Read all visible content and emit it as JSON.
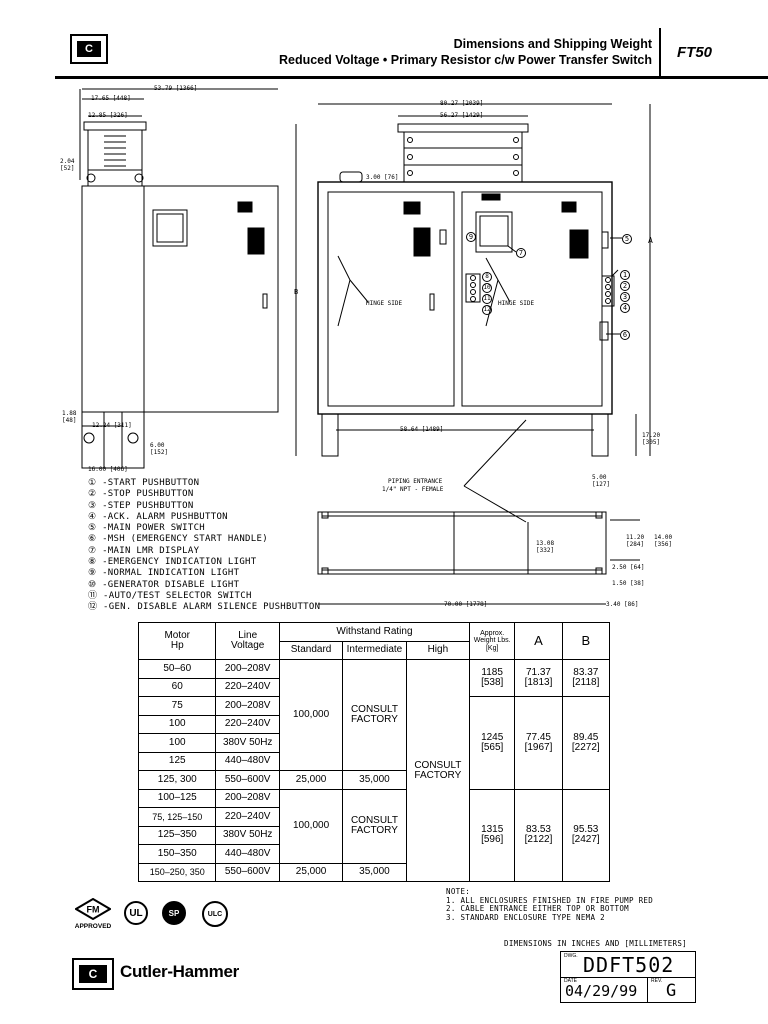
{
  "header": {
    "title_line1": "Dimensions and Shipping Weight",
    "title_line2": "Reduced Voltage • Primary Resistor c/w Power Transfer Switch",
    "code": "FT50",
    "logo_glyph": "C"
  },
  "drawing": {
    "side_dims": {
      "overall_width": "53.79 [1366]",
      "d1": "17.65 [448]",
      "d2": "12.85 [326]",
      "d3": "2.04 [52]",
      "d4": "1.88 [48]",
      "d5": "12.24 [311]",
      "d6": "6.00 [152]",
      "d7": "16.00 [406]"
    },
    "front_dims": {
      "overall_width": "80.27 [2039]",
      "upper_width": "56.27 [1429]",
      "d_left": "3.00 [76]",
      "leg_span": "58.64 [1489]",
      "d_right": "17.20 [305]",
      "d_bottom": "5.00 [127]",
      "hinge_left": "HINGE SIDE",
      "hinge_right": "HINGE SIDE",
      "height_label": "A",
      "side_label": "B",
      "callout_7": "7",
      "callout_9": "9",
      "callout_5": "5",
      "callout_6": "6",
      "callouts_right": [
        "1",
        "2",
        "3",
        "4"
      ],
      "callouts_mid": [
        "8",
        "10",
        "11",
        "12"
      ]
    },
    "plan_dims": {
      "piping_line1": "PIPING ENTRANCE",
      "piping_line2": "1/4\" NPT - FEMALE",
      "depth": "13.08 [332]",
      "r1": "11.20 [284]",
      "r2": "14.00 [356]",
      "r3": "1.50 [38]",
      "r4": "3.40 [86]",
      "length": "70.00 [1778]",
      "d_small": "2.50 [64]"
    }
  },
  "legend": [
    {
      "num": "①",
      "text": "-START PUSHBUTTON"
    },
    {
      "num": "②",
      "text": "-STOP PUSHBUTTON"
    },
    {
      "num": "③",
      "text": "-STEP PUSHBUTTON"
    },
    {
      "num": "④",
      "text": "-ACK. ALARM PUSHBUTTON"
    },
    {
      "num": "⑤",
      "text": "-MAIN POWER SWITCH"
    },
    {
      "num": "⑥",
      "text": "-MSH (EMERGENCY START HANDLE)"
    },
    {
      "num": "⑦",
      "text": "-MAIN LMR DISPLAY"
    },
    {
      "num": "⑧",
      "text": "-EMERGENCY INDICATION LIGHT"
    },
    {
      "num": "⑨",
      "text": "-NORMAL INDICATION LIGHT"
    },
    {
      "num": "⑩",
      "text": "-GENERATOR DISABLE LIGHT"
    },
    {
      "num": "⑪",
      "text": "-AUTO/TEST SELECTOR SWITCH"
    },
    {
      "num": "⑫",
      "text": "-GEN. DISABLE ALARM SILENCE PUSHBUTTON"
    }
  ],
  "table": {
    "h_motor": "Motor",
    "h_hp": "Hp",
    "h_line": "Line",
    "h_voltage": "Voltage",
    "h_withstand": "Withstand Rating",
    "h_standard": "Standard",
    "h_intermediate": "Intermediate",
    "h_high": "High",
    "h_weight": "Approx. Weight Lbs. [Kg]",
    "h_a": "A",
    "h_b": "B",
    "rows": [
      {
        "hp": "50–60",
        "v": "200–208V"
      },
      {
        "hp": "60",
        "v": "220–240V"
      },
      {
        "hp": "75",
        "v": "200–208V"
      },
      {
        "hp": "100",
        "v": "220–240V"
      },
      {
        "hp": "100",
        "v": "380V 50Hz"
      },
      {
        "hp": "125",
        "v": "440–480V"
      },
      {
        "hp": "125, 300",
        "v": "550–600V"
      },
      {
        "hp": "100–125",
        "v": "200–208V"
      },
      {
        "hp": "75, 125–150",
        "v": "220–240V"
      },
      {
        "hp": "125–350",
        "v": "380V 50Hz"
      },
      {
        "hp": "150–350",
        "v": "440–480V"
      },
      {
        "hp": "150–250, 350",
        "v": "550–600V"
      }
    ],
    "std_group1": "100,000",
    "int_group1": "CONSULT FACTORY",
    "std_row7": "25,000",
    "int_row7": "35,000",
    "std_group2": "100,000",
    "int_group2": "CONSULT FACTORY",
    "std_row12": "25,000",
    "int_row12": "35,000",
    "high_consult": "CONSULT FACTORY",
    "w1": "1185",
    "w1kg": "[538]",
    "a1": "71.37",
    "a1mm": "[1813]",
    "b1": "83.37",
    "b1mm": "[2118]",
    "w2": "1245",
    "w2kg": "[565]",
    "a2": "77.45",
    "a2mm": "[1967]",
    "b2": "89.45",
    "b2mm": "[2272]",
    "w3": "1315",
    "w3kg": "[596]",
    "a3": "83.53",
    "a3mm": "[2122]",
    "b3": "95.53",
    "b3mm": "[2427]"
  },
  "certifications": {
    "fm": "FM",
    "fm_label": "APPROVED",
    "ul": "UL",
    "csa": "SP",
    "ulc": "ULC"
  },
  "notes": {
    "title": "NOTE:",
    "items": [
      "1. ALL ENCLOSURES FINISHED IN FIRE PUMP RED",
      "2. CABLE ENTRANCE EITHER TOP OR BOTTOM",
      "3. STANDARD ENCLOSURE TYPE NEMA 2"
    ]
  },
  "title_block": {
    "units": "DIMENSIONS IN INCHES AND [MILLIMETERS]",
    "dwg_label": "DWG.",
    "dwg_no": "DDFT502",
    "date_label": "DATE",
    "date": "04/29/99",
    "rev_label": "REV.",
    "rev": "G"
  },
  "footer": {
    "brand": "Cutler-Hammer",
    "logo_glyph": "C"
  }
}
